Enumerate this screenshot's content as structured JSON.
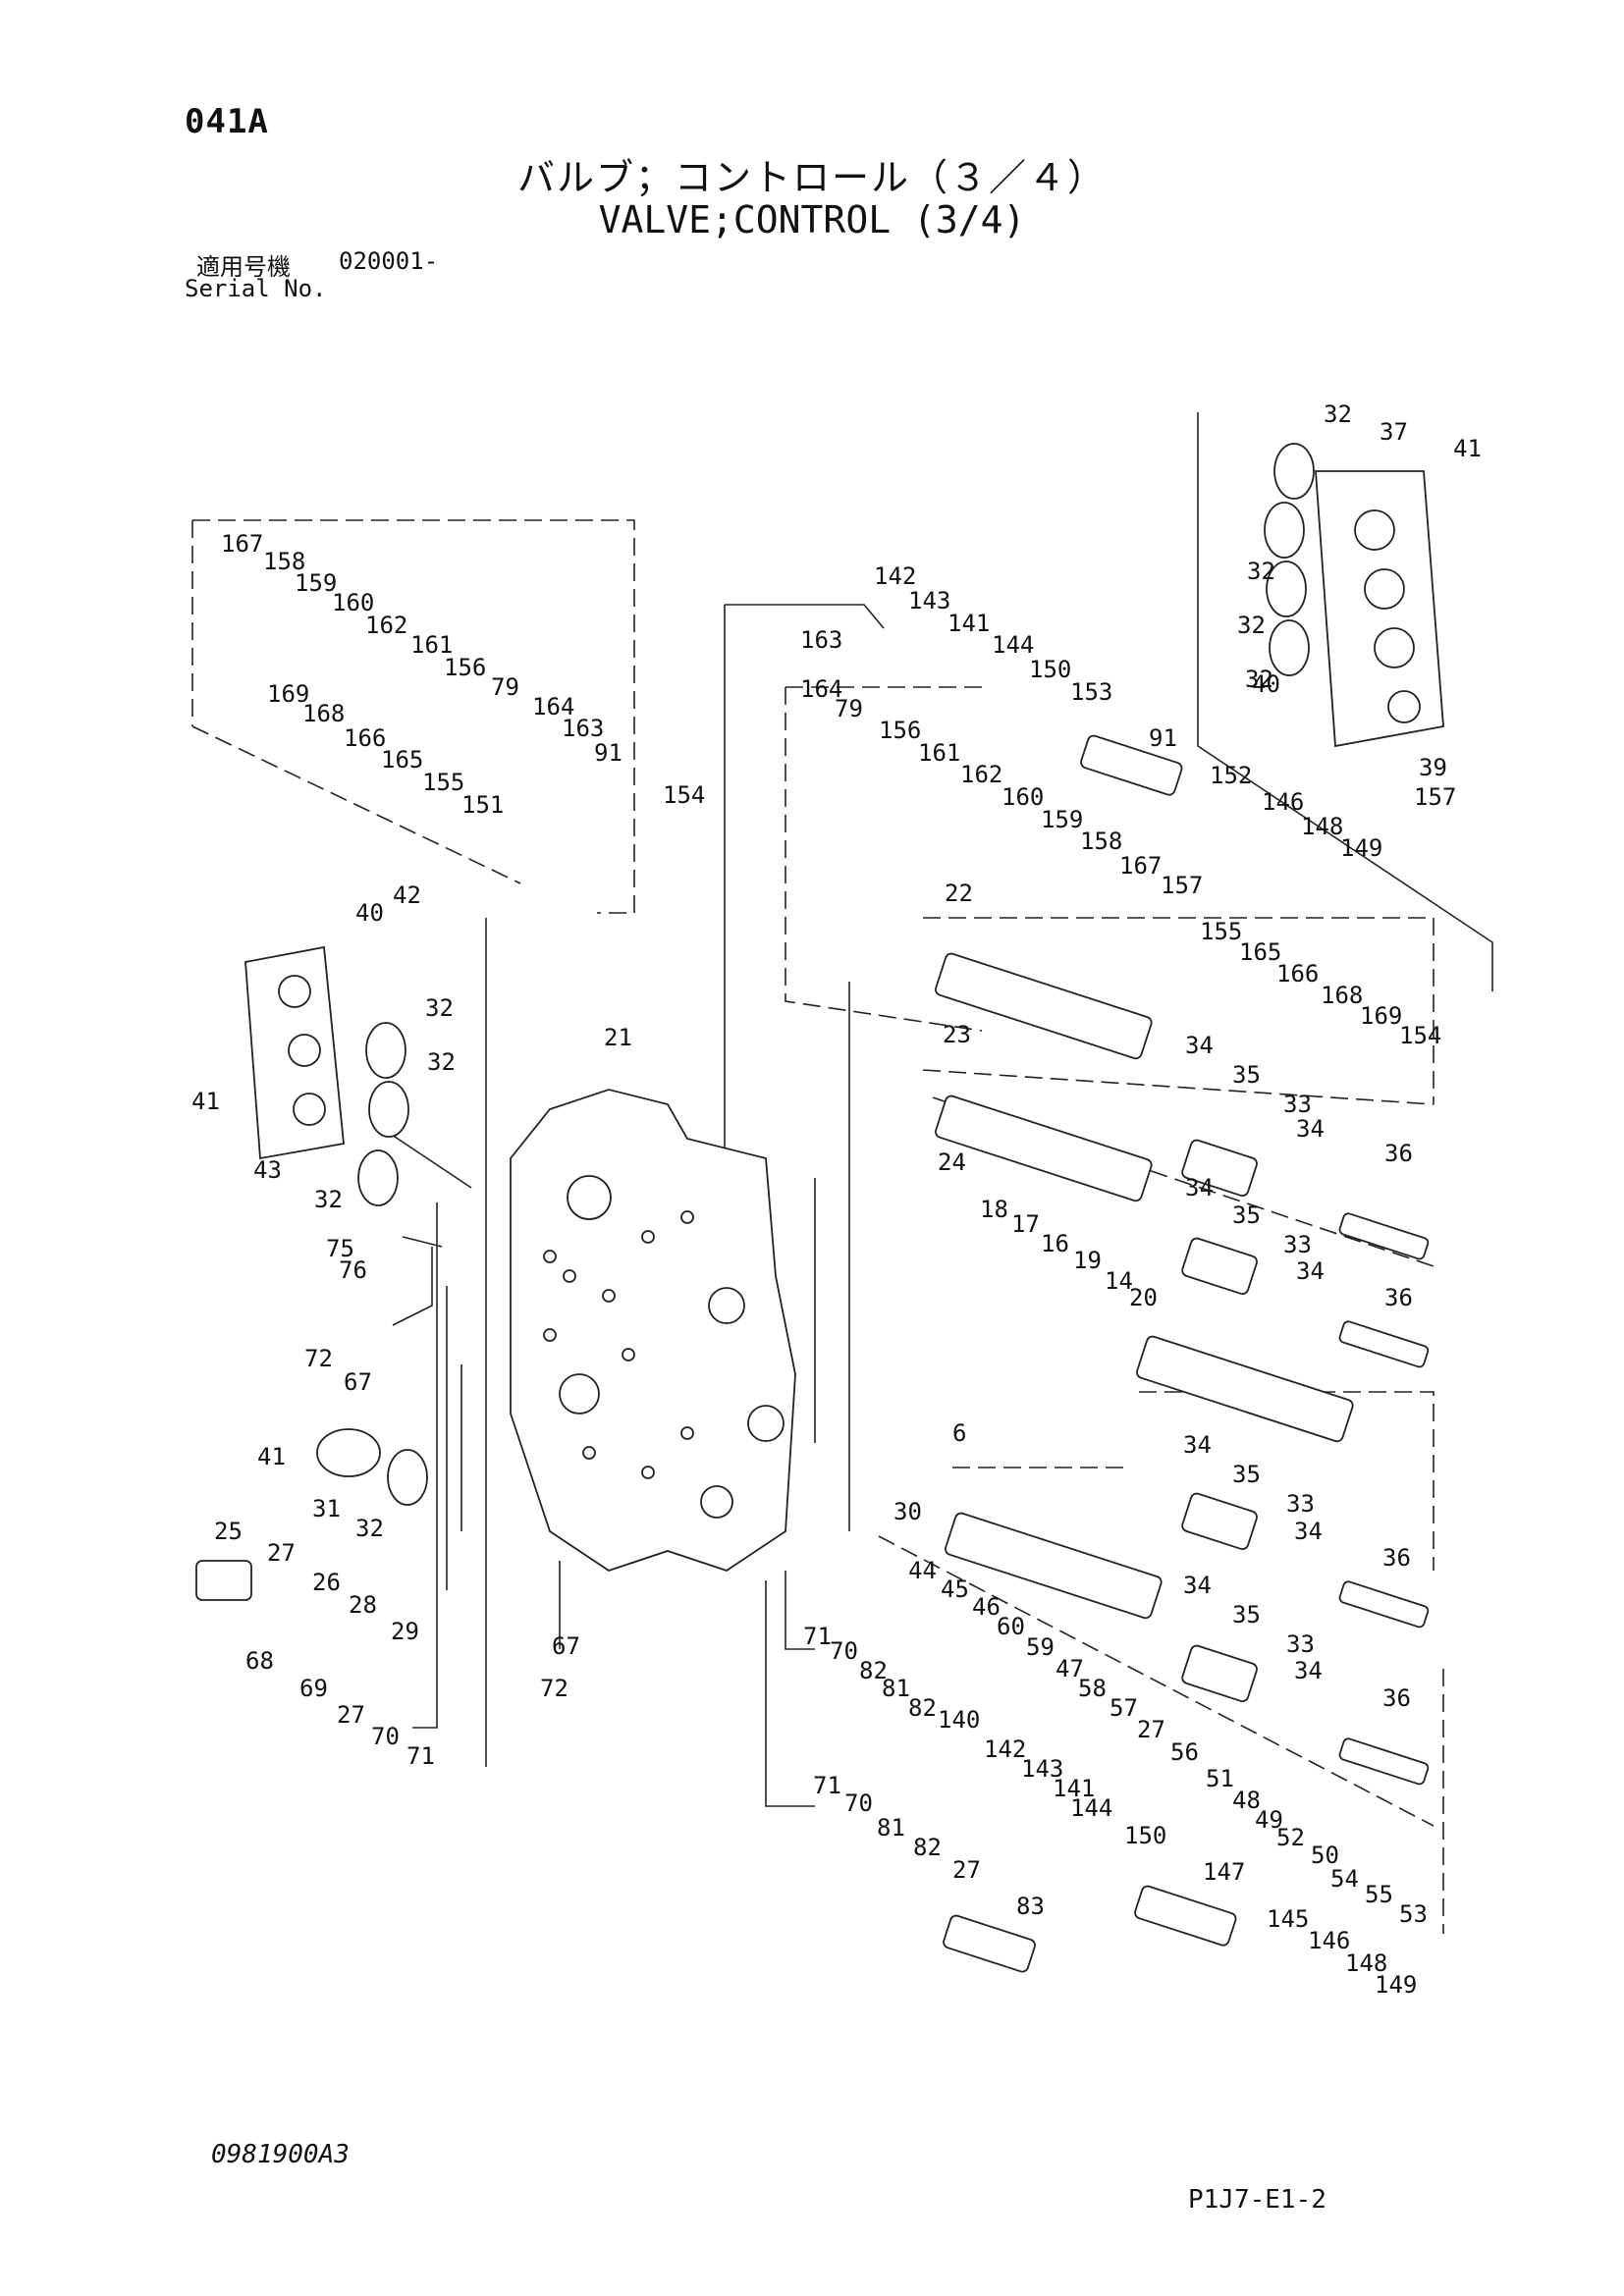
{
  "header": {
    "page_code": "041A",
    "title_jp": "バルブ；コントロール（３／４）",
    "title_en": "VALVE;CONTROL (3/4)",
    "serial_label_jp": "適用号機",
    "serial_value": "020001-",
    "serial_label_en": "Serial No."
  },
  "footer": {
    "doc_number": "0981900A3",
    "page_ref": "P1J7-E1-2"
  },
  "callouts": [
    "32",
    "37",
    "41",
    "32",
    "32",
    "32",
    "40",
    "39",
    "157",
    "167",
    "158",
    "159",
    "160",
    "162",
    "161",
    "156",
    "79",
    "164",
    "163",
    "91",
    "154",
    "169",
    "168",
    "166",
    "165",
    "155",
    "151",
    "142",
    "143",
    "141",
    "144",
    "150",
    "153",
    "91",
    "163",
    "164",
    "79",
    "156",
    "161",
    "162",
    "160",
    "159",
    "158",
    "167",
    "157",
    "152",
    "146",
    "148",
    "149",
    "155",
    "165",
    "166",
    "168",
    "169",
    "154",
    "42",
    "40",
    "32",
    "32",
    "41",
    "43",
    "32",
    "21",
    "75",
    "76",
    "72",
    "67",
    "41",
    "31",
    "32",
    "22",
    "23",
    "34",
    "35",
    "33",
    "34",
    "36",
    "24",
    "34",
    "35",
    "33",
    "34",
    "36",
    "18",
    "17",
    "16",
    "19",
    "14",
    "20",
    "6",
    "34",
    "35",
    "33",
    "34",
    "36",
    "30",
    "34",
    "35",
    "33",
    "34",
    "36",
    "44",
    "45",
    "46",
    "60",
    "59",
    "47",
    "58",
    "57",
    "27",
    "56",
    "51",
    "48",
    "49",
    "52",
    "50",
    "54",
    "55",
    "53",
    "25",
    "27",
    "26",
    "28",
    "29",
    "68",
    "69",
    "27",
    "70",
    "71",
    "67",
    "72",
    "71",
    "70",
    "82",
    "81",
    "82",
    "140",
    "142",
    "143",
    "141",
    "144",
    "150",
    "147",
    "145",
    "146",
    "148",
    "149",
    "71",
    "70",
    "81",
    "82",
    "27",
    "83"
  ]
}
